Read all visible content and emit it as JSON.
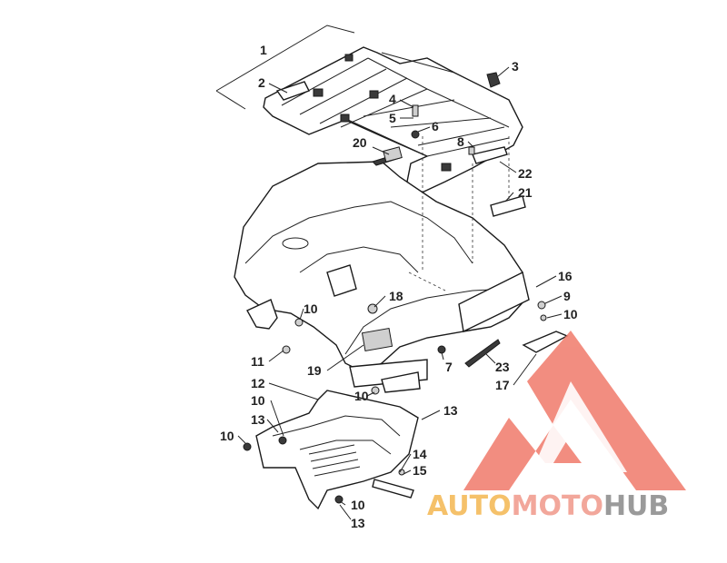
{
  "callouts": [
    {
      "label": "1"
    },
    {
      "label": "2"
    },
    {
      "label": "3"
    },
    {
      "label": "4"
    },
    {
      "label": "5"
    },
    {
      "label": "6"
    },
    {
      "label": "8"
    },
    {
      "label": "20"
    },
    {
      "label": "22"
    },
    {
      "label": "21"
    },
    {
      "label": "16"
    },
    {
      "label": "9"
    },
    {
      "label": "10"
    },
    {
      "label": "18"
    },
    {
      "label": "10"
    },
    {
      "label": "11"
    },
    {
      "label": "19"
    },
    {
      "label": "7"
    },
    {
      "label": "23"
    },
    {
      "label": "17"
    },
    {
      "label": "12"
    },
    {
      "label": "10"
    },
    {
      "label": "10"
    },
    {
      "label": "13"
    },
    {
      "label": "13"
    },
    {
      "label": "10"
    },
    {
      "label": "14"
    },
    {
      "label": "15"
    },
    {
      "label": "10"
    },
    {
      "label": "13"
    }
  ],
  "watermark": {
    "auto": "AUTO",
    "moto": "MOTO",
    "hub": "HUB",
    "auto_color": "#f5c16a",
    "moto_color": "#f2a79b",
    "hub_color": "#9a9a9a",
    "logo_color": "#f07a6a"
  }
}
